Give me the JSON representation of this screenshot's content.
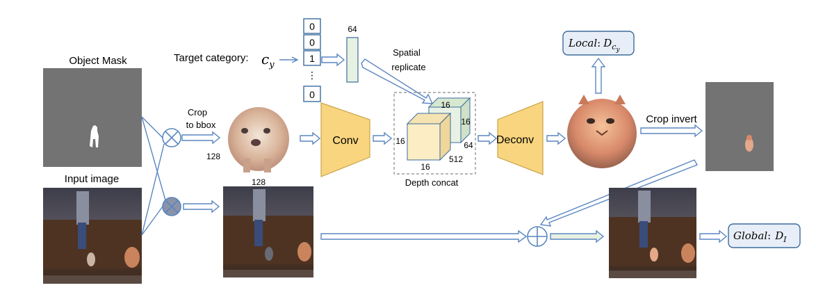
{
  "labels": {
    "object_mask": "Object Mask",
    "input_image": "Input image",
    "target_category": "Target category:",
    "target_symbol": "c",
    "target_symbol_sub": "y",
    "crop_line1": "Crop",
    "crop_line2": "to bbox",
    "size_vertical": "128",
    "size_horizontal": "128",
    "vector_top_dim": "64",
    "spatial_line1": "Spatial",
    "spatial_line2": "replicate",
    "conv": "Conv",
    "deconv": "Deconv",
    "depth_concat": "Depth concat",
    "crop_invert": "Crop invert",
    "local_label": "Local",
    "local_colon": ":",
    "local_D": "D",
    "local_sub": "c",
    "local_subsub": "y",
    "global_label": "Global",
    "global_colon": ":",
    "global_D": "D",
    "global_sub": "I"
  },
  "one_hot": [
    "0",
    "0",
    "1",
    "⋮",
    "0"
  ],
  "cube_dims": {
    "back_top": "16",
    "back_right": "16",
    "back_depth": "64",
    "front_left": "16",
    "front_bottom": "16",
    "front_depth": "512"
  },
  "colors": {
    "arrow": "#5a86c0",
    "box_border": "#3c6b9c",
    "conv_fill": "#f8d57e",
    "conv_stroke": "#c9a44a",
    "vector_fill": "#e6f1e2",
    "cube_front": "#fdedc4",
    "cube_back": "#e8f2e4",
    "label_box": "#e8eef8",
    "mask_bg": "#737373"
  }
}
